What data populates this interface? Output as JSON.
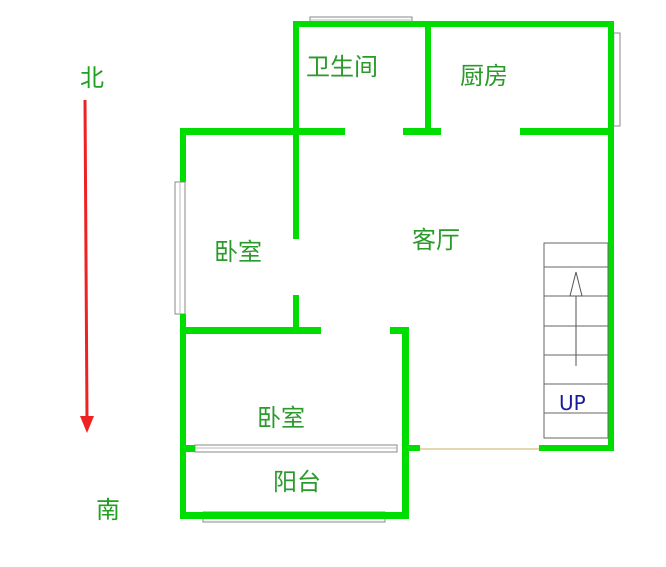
{
  "compass": {
    "north": "北",
    "south": "南",
    "arrow_color": "#ee2222"
  },
  "rooms": {
    "bathroom": "卫生间",
    "kitchen": "厨房",
    "living_room": "客厅",
    "bedroom_north": "卧室",
    "bedroom_south": "卧室",
    "balcony": "阳台"
  },
  "stairs": {
    "label": "UP"
  },
  "colors": {
    "wall": "#00dd00",
    "label": "#2a9a2a",
    "stairs_text": "#1a1aa0",
    "threshold": "#c8b060"
  }
}
